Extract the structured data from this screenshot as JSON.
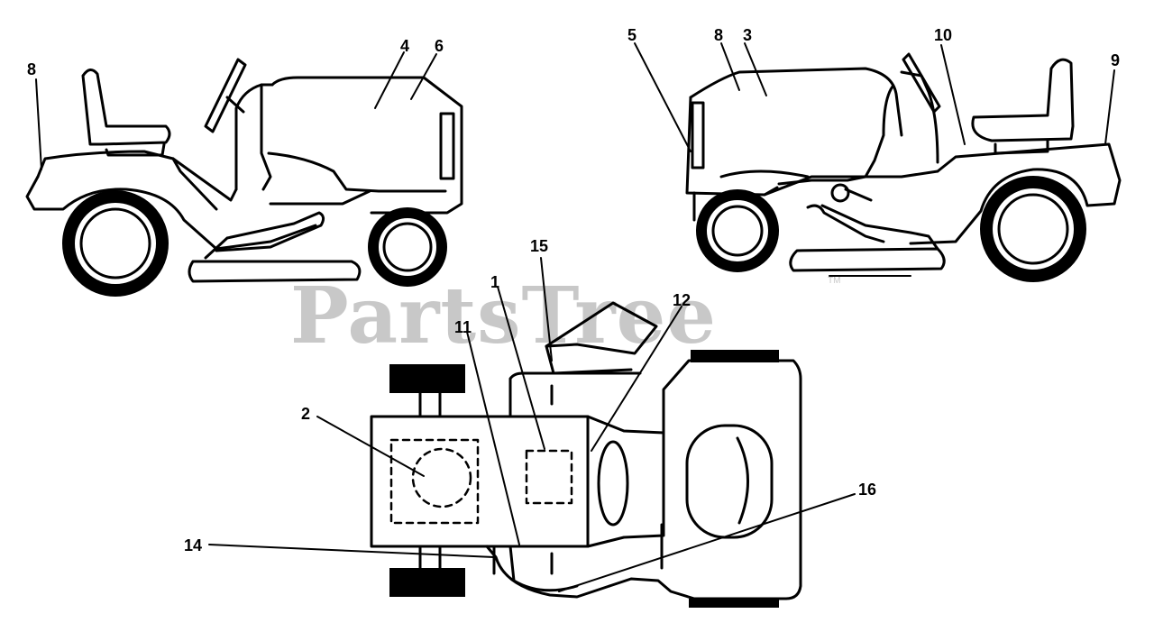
{
  "watermark": {
    "text": "PartsTree",
    "trademark": "TM"
  },
  "callouts": {
    "l8": "8",
    "l4": "4",
    "l6": "6",
    "r5": "5",
    "r8": "8",
    "r3": "3",
    "r10": "10",
    "r9": "9",
    "b15": "15",
    "b1": "1",
    "b12": "12",
    "b11": "11",
    "b2": "2",
    "b16": "16",
    "b14": "14"
  }
}
